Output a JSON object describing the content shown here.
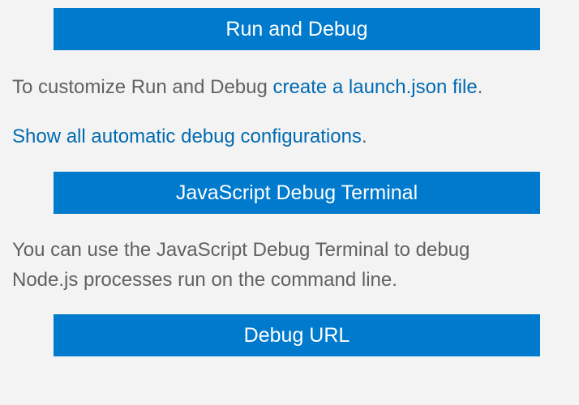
{
  "run_debug": {
    "run_button_label": "Run and Debug",
    "customize_prefix": "To customize Run and Debug ",
    "customize_link": "create a launch.json file",
    "customize_suffix": ".",
    "show_all_link": "Show all automatic debug configurations",
    "show_all_suffix": ".",
    "js_terminal_button_label": "JavaScript Debug Terminal",
    "terminal_hint_line1": "You can use the JavaScript Debug Terminal to debug",
    "terminal_hint_line2": "Node.js processes run on the command line.",
    "debug_url_button_label": "Debug URL"
  },
  "colors": {
    "background": "#f3f3f3",
    "button_bg": "#007acc",
    "button_text": "#ffffff",
    "text": "#616161",
    "link": "#006ab1"
  }
}
